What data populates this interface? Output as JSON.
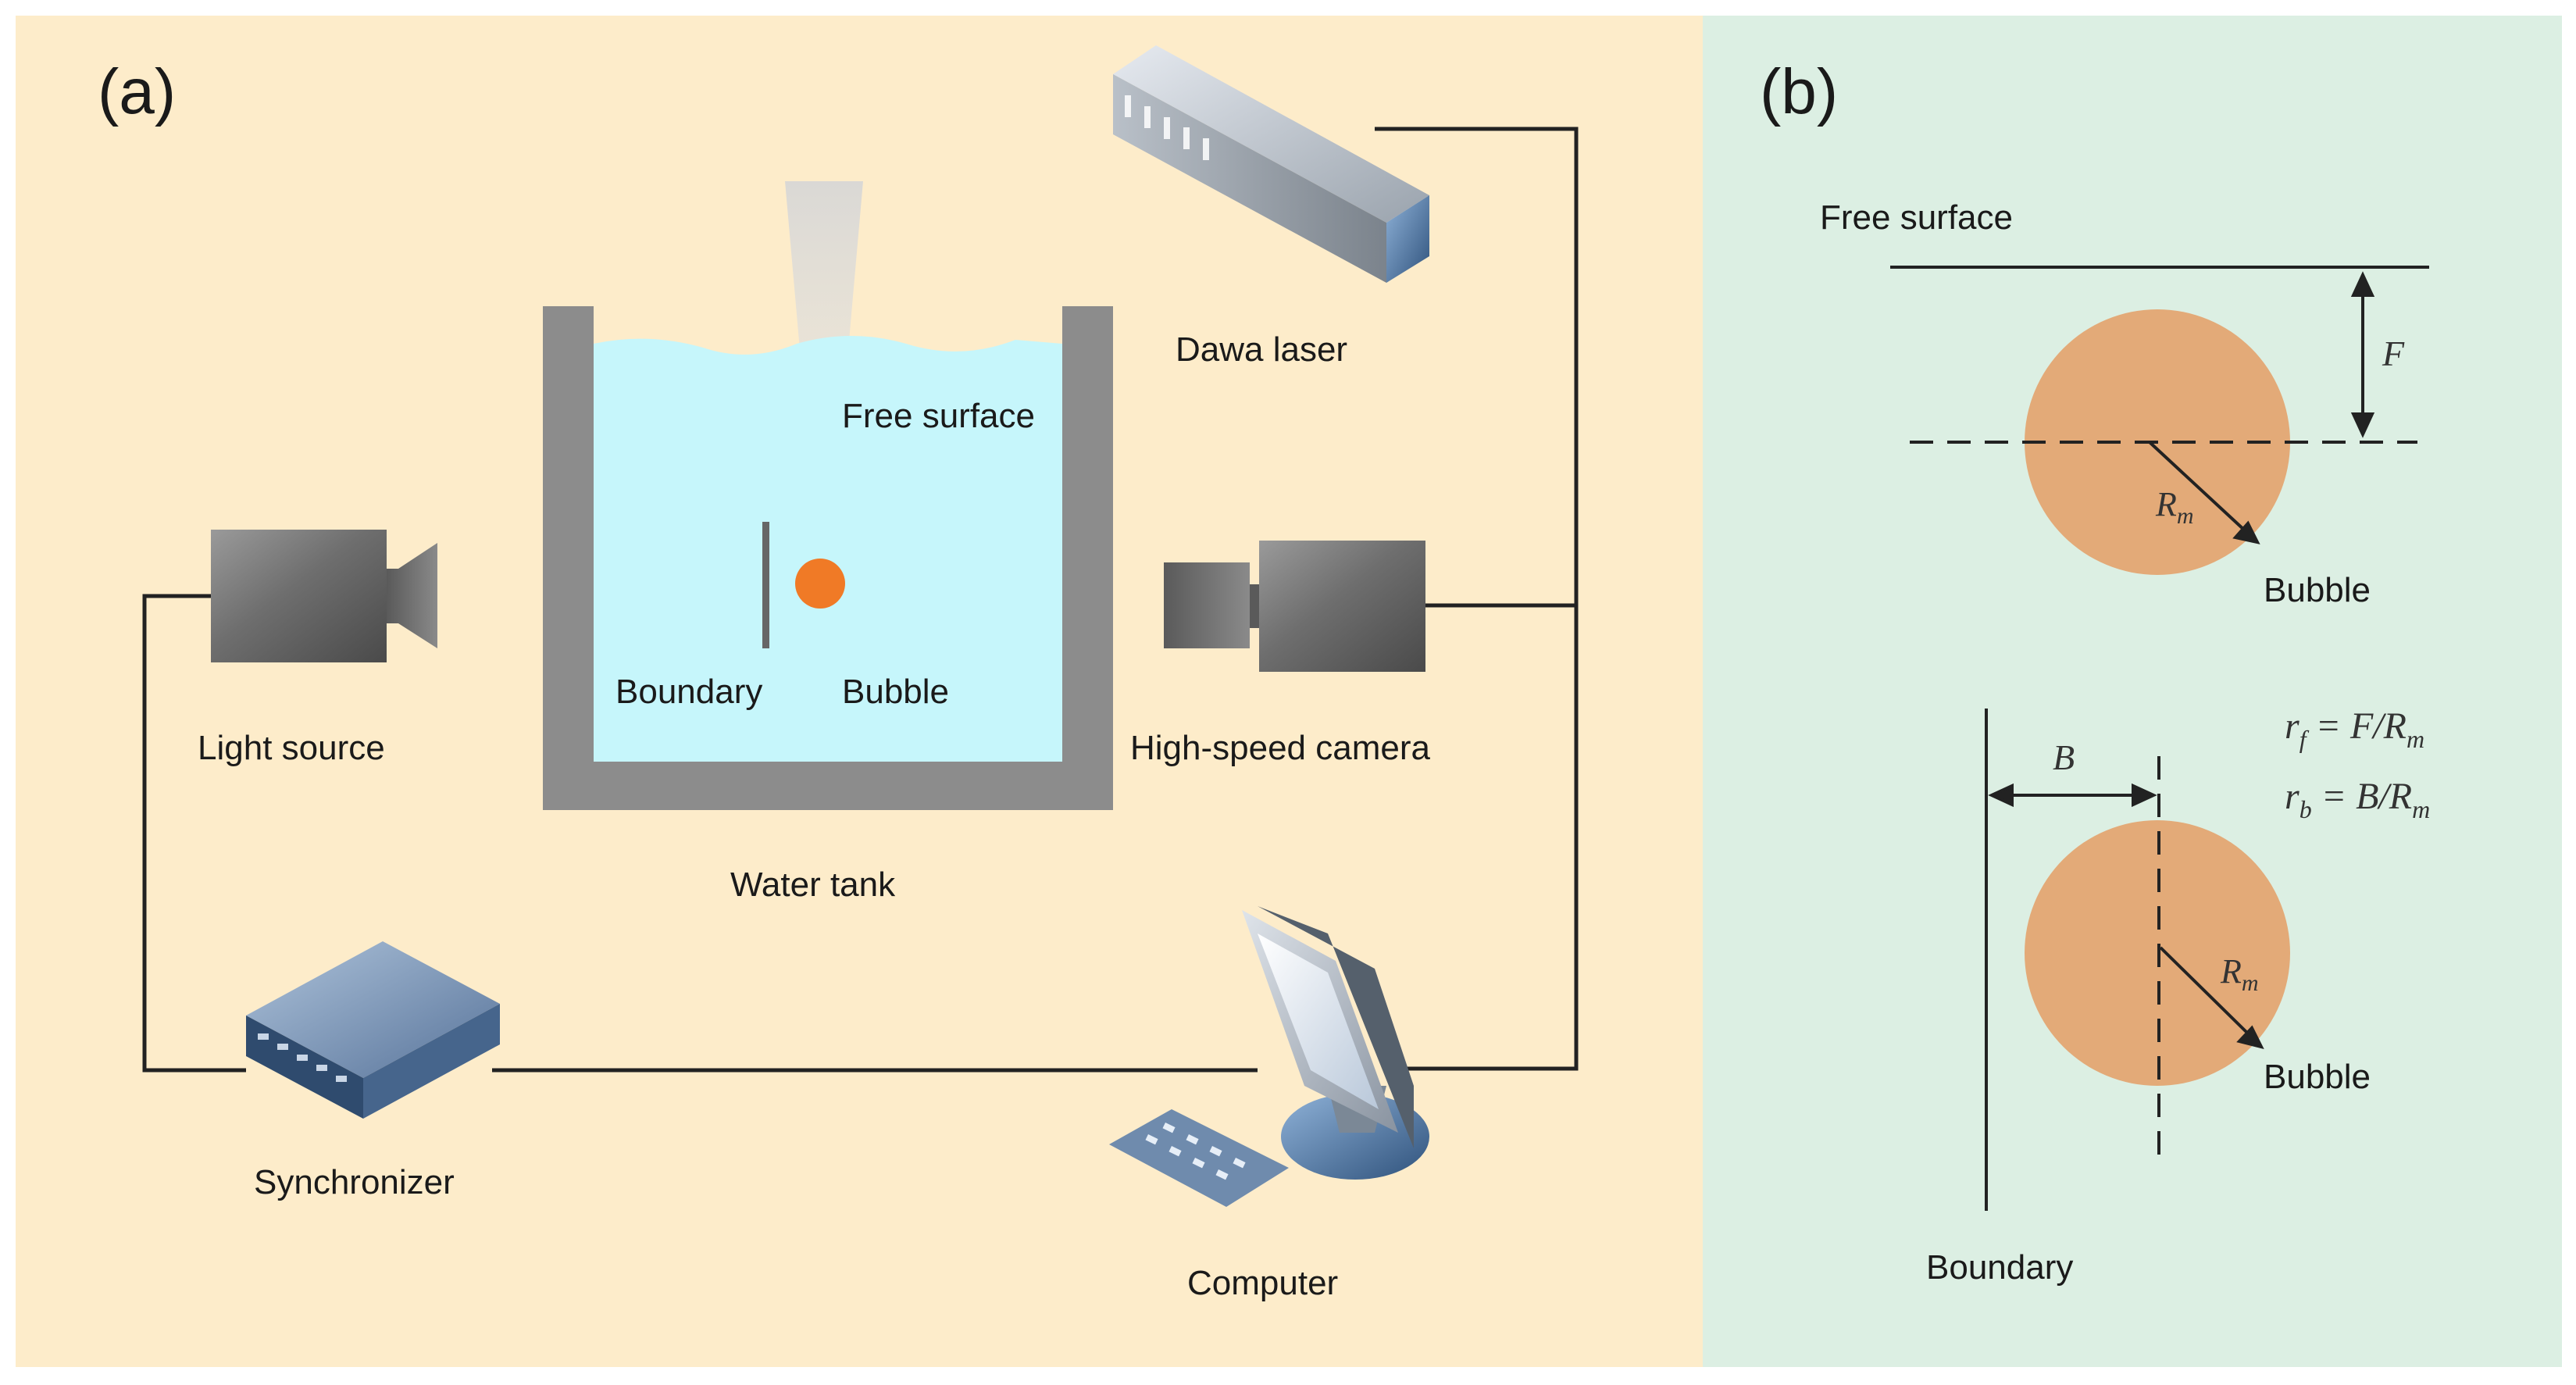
{
  "colors": {
    "panel_a_bg": "#fdecca",
    "panel_b_bg": "#dcefe3",
    "water": "#c6f6fb",
    "tank_wall": "#8c8c8c",
    "bubble_orange": "#f07a26",
    "bubble_tan": "#e3aa78",
    "device_grey": "#6a6a6a",
    "device_blue": "#5178a8",
    "wire": "#222222"
  },
  "panel_a": {
    "label": "(a)",
    "free_surface": "Free surface",
    "dawa_laser": "Dawa laser",
    "light_source": "Light source",
    "boundary": "Boundary",
    "bubble": "Bubble",
    "high_speed_camera": "High-speed camera",
    "water_tank": "Water tank",
    "synchronizer": "Synchronizer",
    "computer": "Computer"
  },
  "panel_b": {
    "label": "(b)",
    "free_surface": "Free surface",
    "F": "F",
    "B": "B",
    "R": "R",
    "R_sub": "m",
    "bubble_top": "Bubble",
    "bubble_bottom": "Bubble",
    "boundary": "Boundary",
    "eq_rf": {
      "lhs": "r",
      "lhs_sub": "f",
      "op": " = F/R",
      "sub": "m"
    },
    "eq_rb": {
      "lhs": "r",
      "lhs_sub": "b",
      "op": " = B/R",
      "sub": "m"
    }
  }
}
